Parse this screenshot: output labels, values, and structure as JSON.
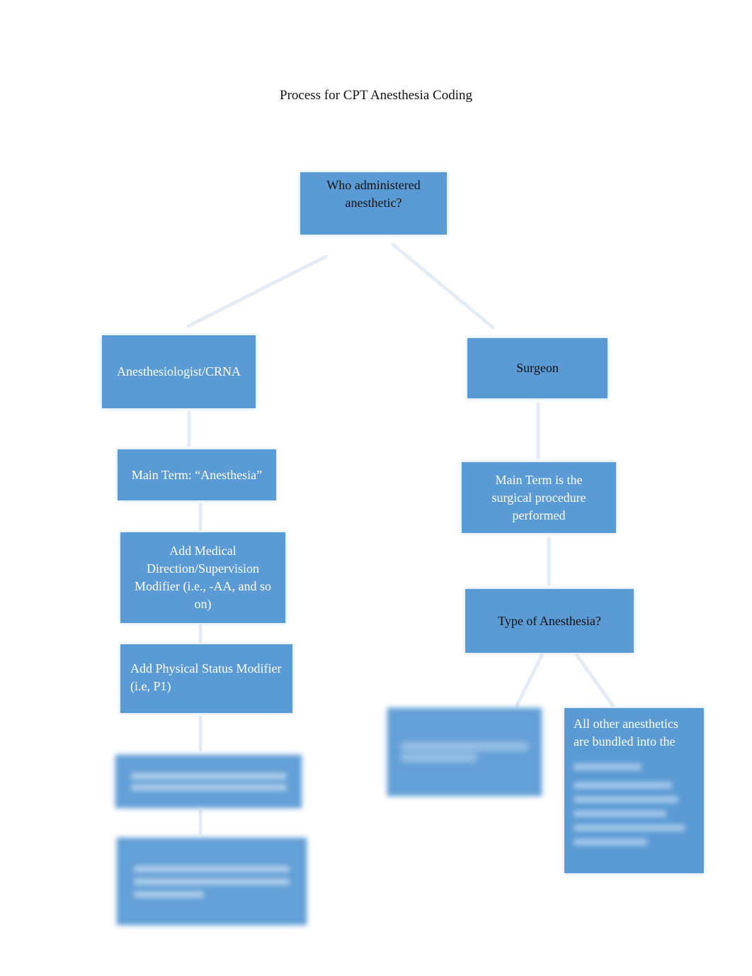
{
  "title": "Process for CPT Anesthesia Coding",
  "colors": {
    "box_fill": "#5b9bd5",
    "box_text": "#ffffff",
    "dark_text": "#111111",
    "connector": "#e4ecf5"
  },
  "nodes": {
    "root": "Who administered anesthetic?",
    "anesthesiologist": "Anesthesiologist/CRNA",
    "surgeon": "Surgeon",
    "main_term_anesthesia": "Main Term: “Anesthesia”",
    "main_term_surgical": "Main Term is the surgical procedure performed",
    "add_medical_direction": "Add Medical Direction/Supervision Modifier (i.e., -AA, and so on)",
    "type_of_anesthesia": "Type of Anesthesia?",
    "add_physical_status": "Add Physical Status Modifier (i.e, P1)",
    "all_other_anesthetics": "All other anesthetics are bundled into the"
  }
}
